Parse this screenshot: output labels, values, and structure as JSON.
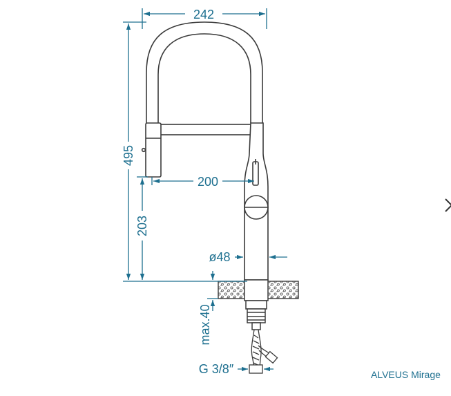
{
  "dimensions": {
    "width_total": "242",
    "height_total": "495",
    "reach": "200",
    "spout_height": "203",
    "diameter": "ø48",
    "max_deck": "max.40",
    "connector": "G 3/8″"
  },
  "caption": "ALVEUS Mirage",
  "colors": {
    "dimension": "#1d6f8f",
    "outline": "#3a3a3a",
    "hatch": "#555555"
  },
  "icons": {
    "next": "chevron-right-icon"
  }
}
